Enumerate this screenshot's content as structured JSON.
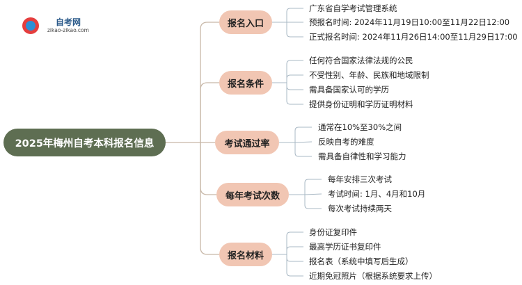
{
  "logo": {
    "name": "自考网",
    "url": "zikao-zikao.com"
  },
  "root": {
    "label": "2025年梅州自考本科报名信息"
  },
  "categories": [
    {
      "label": "报名入口",
      "items": [
        "广东省自学考试管理系统",
        "预报名时间: 2024年11月19日10:00至11月22日12:00",
        "正式报名时间: 2024年11月26日14:00至11月29日17:00"
      ]
    },
    {
      "label": "报名条件",
      "items": [
        "任何符合国家法律法规的公民",
        "不受性别、年龄、民族和地域限制",
        "需具备国家认可的学历",
        "提供身份证明和学历证明材料"
      ]
    },
    {
      "label": "考试通过率",
      "items": [
        "通常在10%至30%之间",
        "反映自考的难度",
        "需具备自律性和学习能力"
      ]
    },
    {
      "label": "每年考试次数",
      "items": [
        "每年安排三次考试",
        "考试时间: 1月、4月和10月",
        "每次考试持续两天"
      ]
    },
    {
      "label": "报名材料",
      "items": [
        "身份证复印件",
        "最高学历证书复印件",
        "报名表（系统中填写后生成）",
        "近期免冠照片（根据系统要求上传）"
      ]
    }
  ],
  "colors": {
    "root_fill": "#5e6e52",
    "category_fill": "#f1c6b3",
    "connector_root": "#c8b8a8",
    "connector_leaf": "#a9b8c4"
  }
}
